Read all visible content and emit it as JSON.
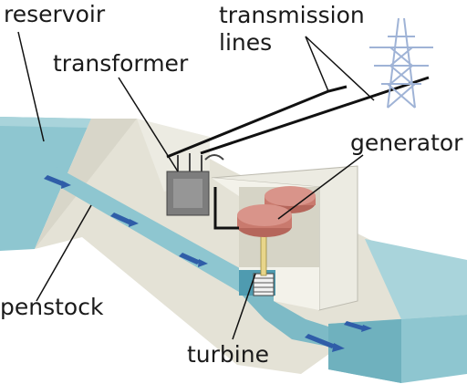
{
  "labels": {
    "reservoir": "reservoir",
    "transmission_lines_1": "transmission",
    "transmission_lines_2": "lines",
    "transformer": "transformer",
    "generator": "generator",
    "penstock": "penstock",
    "turbine": "turbine"
  },
  "colors": {
    "water": "#8ec6d0",
    "water_dark": "#6fb1be",
    "dam": "#e4e2d6",
    "dam_shadow": "#cfcdbf",
    "generator": "#c97a6e",
    "transformer": "#7d7d7d",
    "arrow": "#2f5da8",
    "tower": "#9fb3d6"
  }
}
